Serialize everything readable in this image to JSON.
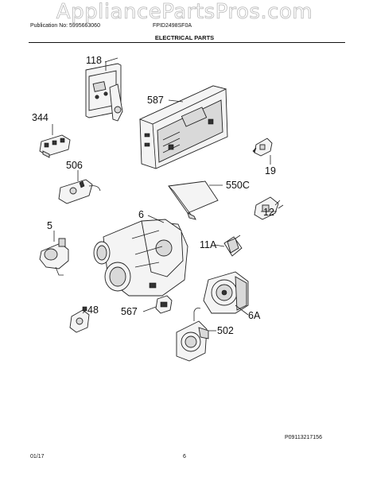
{
  "watermark": "AppliancePartsPros.com",
  "header": {
    "publication": "Publication No: 5995663060",
    "model": "FPID2498SF0A",
    "section_title": "ELECTRICAL PARTS"
  },
  "callouts": {
    "p118": "118",
    "p587": "587",
    "p344": "344",
    "p19": "19",
    "p506": "506",
    "p550c": "550C",
    "p6": "6",
    "p12": "12",
    "p5": "5",
    "p11a": "11A",
    "p48": "48",
    "p567": "567",
    "p6a": "6A",
    "p502": "502"
  },
  "footer": {
    "drawing_id": "P09113217156",
    "date": "01/17",
    "page": "6"
  }
}
